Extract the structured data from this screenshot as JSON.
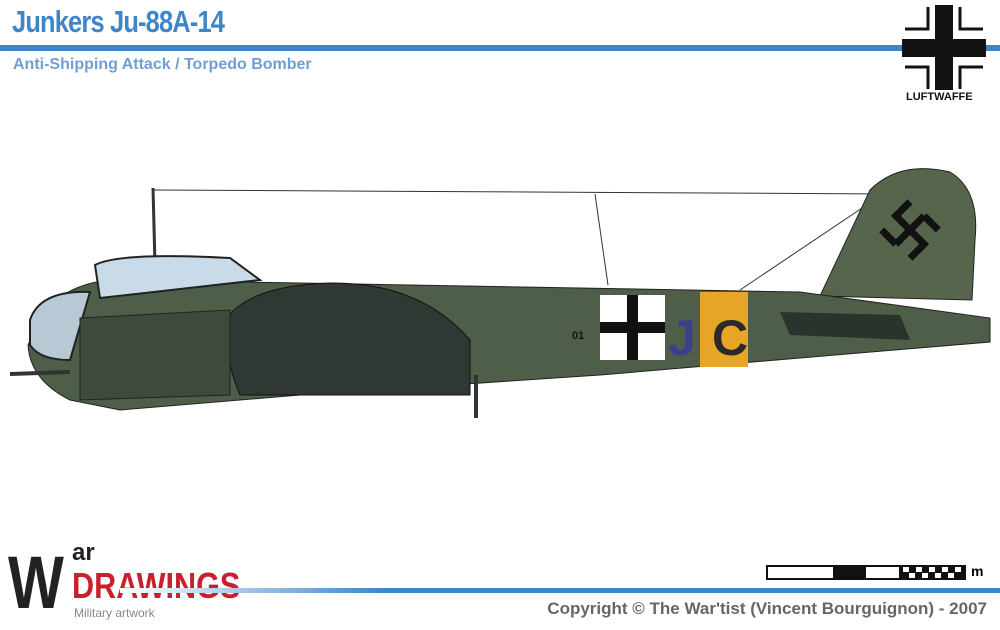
{
  "header": {
    "title": "Junkers Ju-88A-14",
    "subtitle": "Anti-Shipping Attack / Torpedo Bomber",
    "insignia_label": "LUFTWAFFE"
  },
  "aircraft": {
    "fuselage_code": "01",
    "code_letters": [
      "J",
      "C"
    ]
  },
  "footer": {
    "logo": {
      "w": "W",
      "ar": "ar",
      "drawings": "DRAWINGS",
      "tagline": "Military artwork"
    },
    "scale_unit": "m",
    "copyright": "Copyright © The War'tist (Vincent Bourguignon) - 2007"
  },
  "colors": {
    "accent": "#3e86c8",
    "camo": "#4f5e48",
    "logo_red": "#c8202e"
  }
}
